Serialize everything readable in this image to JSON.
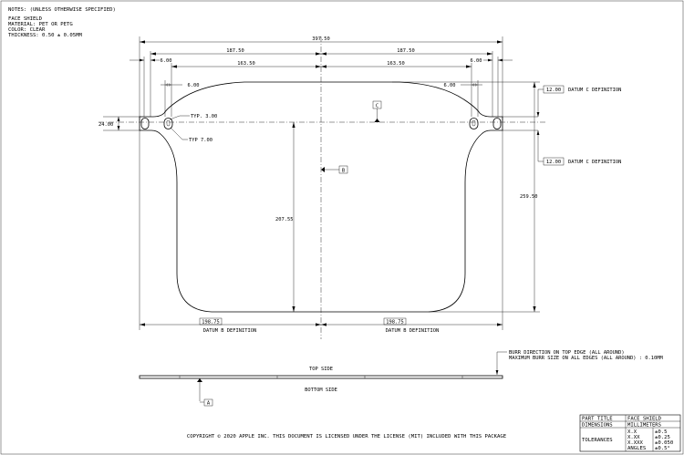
{
  "notes": {
    "header": "NOTES: (UNLESS OTHERWISE SPECIFIED)",
    "lines": [
      "FACE SHIELD",
      "MATERIAL: PET OR PETG",
      "COLOR: CLEAR",
      "THICKNESS: 0.50 ± 0.05MM"
    ]
  },
  "dimensions": {
    "overall_width": "397.50",
    "half_left": "187.50",
    "half_right": "187.50",
    "inner_left": "163.50",
    "inner_right": "163.50",
    "tab_left": "6.00",
    "tab_right": "6.00",
    "shoulder_left": "6.00",
    "shoulder_right": "6.00",
    "strap_height": "24.00",
    "typ_a": "TYP. 3.00",
    "typ_b": "TYP 7.00",
    "body_height": "207.55",
    "overall_height": "259.50",
    "datum_c_upper": "12.00",
    "datum_c_lower": "12.00",
    "datum_b_left": "198.75",
    "datum_b_right": "198.75"
  },
  "labels": {
    "datum_c_def_upper": "DATUM C DEFINITION",
    "datum_c_def_lower": "DATUM C DEFINITION",
    "datum_b_def_left": "DATUM B DEFINITION",
    "datum_b_def_right": "DATUM B DEFINITION",
    "datum_c": "C",
    "datum_b": "B",
    "datum_a": "A",
    "top_side": "TOP SIDE",
    "bottom_side": "BOTTOM SIDE",
    "burr_line1": "BURR DIRECTION ON TOP EDGE (ALL AROUND)",
    "burr_line2": "MAXIMUM BURR SIZE ON ALL EDGES (ALL AROUND) : 0.10MM"
  },
  "copyright": "COPYRIGHT © 2020 APPLE INC. THIS DOCUMENT IS LICENSED UNDER THE LICENSE (MIT) INCLUDED WITH THIS PACKAGE",
  "title_block": {
    "part_title_label": "PART TITLE",
    "part_title_value": "FACE SHIELD",
    "dimensions_label": "DIMENSIONS",
    "dimensions_value": "MILLIMETERS",
    "tolerances_label": "TOLERANCES",
    "tolerances": [
      {
        "k": "X.X",
        "v": "±0.5"
      },
      {
        "k": "X.XX",
        "v": "±0.25"
      },
      {
        "k": "X.XXX",
        "v": "±0.050"
      },
      {
        "k": "ANGLES",
        "v": "±0.5°"
      }
    ]
  }
}
